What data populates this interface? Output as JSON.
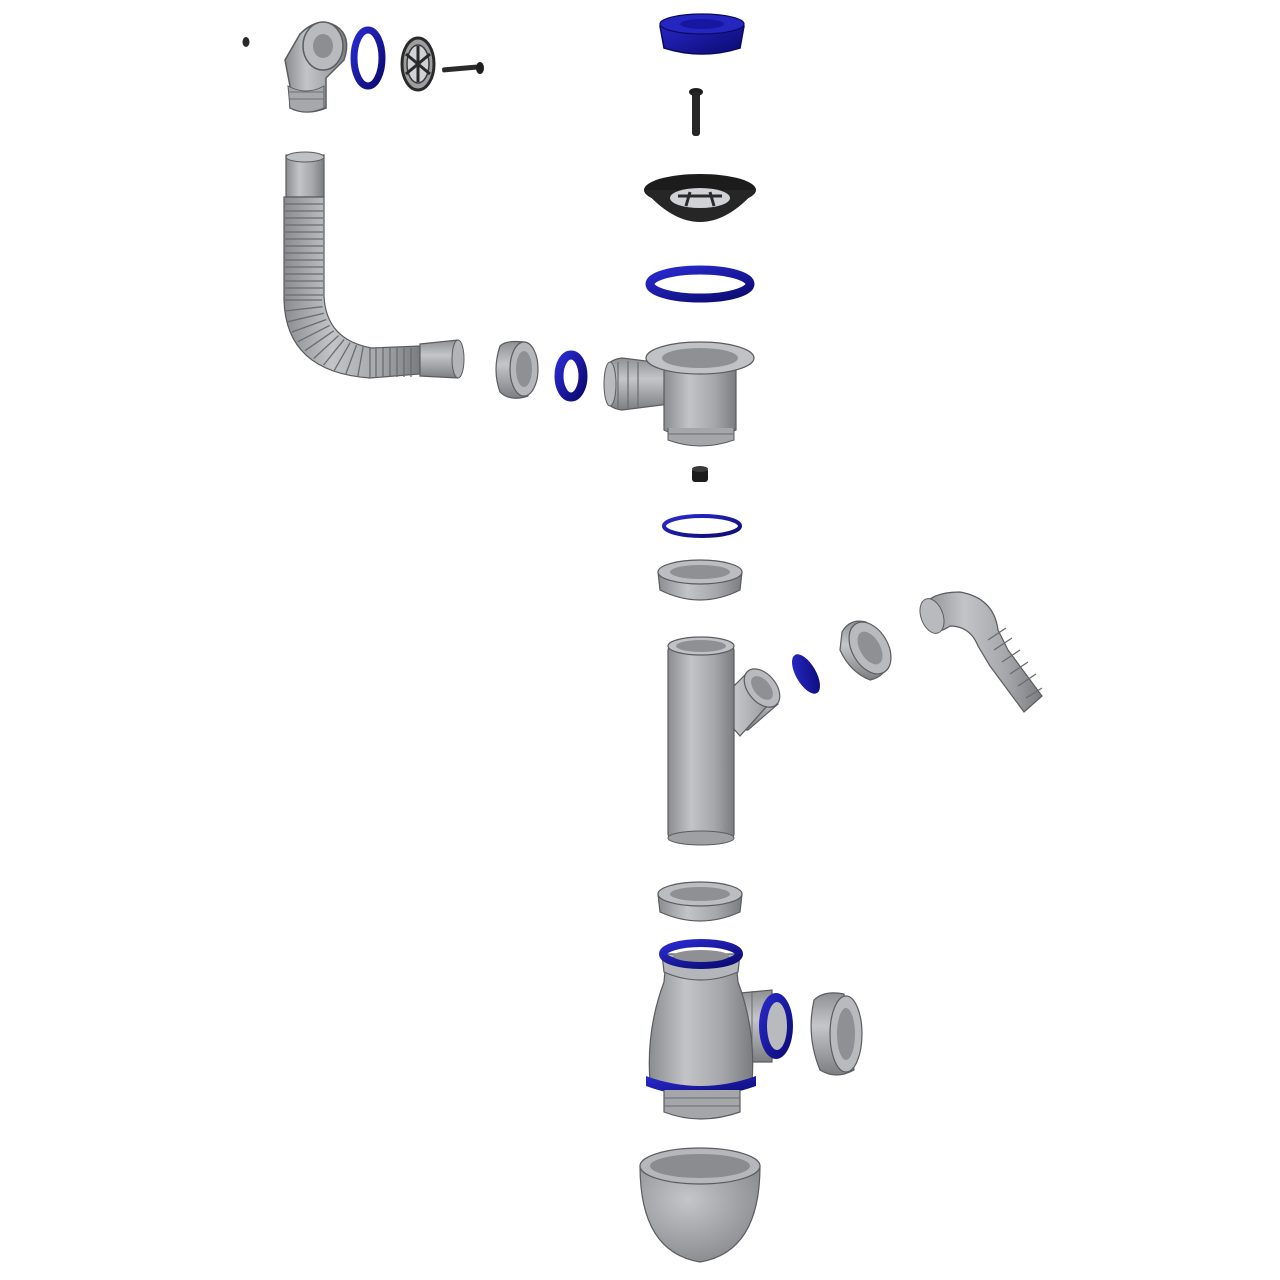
{
  "diagram": {
    "type": "exploded-assembly",
    "colors": {
      "background": "#ffffff",
      "plastic_light": "#c4c6c9",
      "plastic": "#a3a5a8",
      "plastic_dark": "#7d8083",
      "seal_blue": "#1a1ab0",
      "seal_blue_dark": "#0b0b6e",
      "rubber_black": "#1c1c1c",
      "outline": "#4a4c4f"
    },
    "parts": [
      {
        "id": "overflow-small-screw",
        "icon": "small-screw-icon"
      },
      {
        "id": "overflow-elbow",
        "icon": "overflow-elbow-icon"
      },
      {
        "id": "overflow-seal-ring",
        "icon": "seal-ring-icon"
      },
      {
        "id": "overflow-grille",
        "icon": "grille-icon"
      },
      {
        "id": "overflow-screw",
        "icon": "screw-icon"
      },
      {
        "id": "plug-cap",
        "icon": "plug-cap-icon"
      },
      {
        "id": "drain-screw",
        "icon": "screw-icon"
      },
      {
        "id": "drain-grate",
        "icon": "drain-grate-icon"
      },
      {
        "id": "drain-seal-ring",
        "icon": "seal-ring-icon"
      },
      {
        "id": "flexible-overflow-hose",
        "icon": "corrugated-hose-icon"
      },
      {
        "id": "hose-union-nut",
        "icon": "union-nut-icon"
      },
      {
        "id": "hose-seal",
        "icon": "seal-ring-icon"
      },
      {
        "id": "drain-body",
        "icon": "drain-body-icon"
      },
      {
        "id": "small-black-washer",
        "icon": "washer-icon"
      },
      {
        "id": "thin-seal-ring",
        "icon": "seal-ring-icon"
      },
      {
        "id": "upper-union-nut",
        "icon": "union-nut-icon"
      },
      {
        "id": "branch-pipe",
        "icon": "branch-pipe-icon"
      },
      {
        "id": "branch-seal",
        "icon": "seal-ring-icon"
      },
      {
        "id": "branch-union-nut",
        "icon": "union-nut-icon"
      },
      {
        "id": "hose-connector-elbow",
        "icon": "hose-connector-icon"
      },
      {
        "id": "lower-union-nut",
        "icon": "union-nut-icon"
      },
      {
        "id": "bottle-trap-body",
        "icon": "bottle-trap-icon"
      },
      {
        "id": "outlet-union-nut",
        "icon": "union-nut-icon"
      },
      {
        "id": "trap-bottom-cup",
        "icon": "bottom-cup-icon"
      }
    ]
  }
}
